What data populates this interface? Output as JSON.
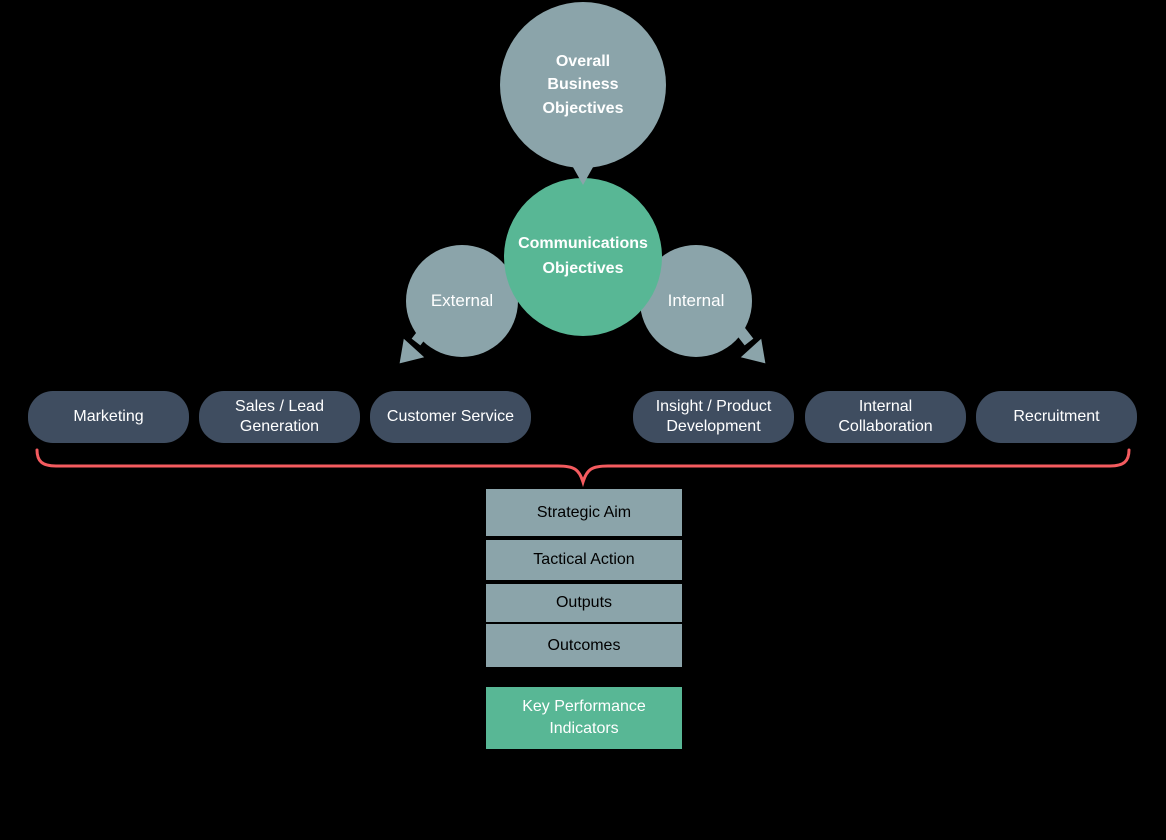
{
  "colors": {
    "background": "#000000",
    "bubble_gray": "#8BA4AA",
    "accent_teal": "#58B795",
    "box_navy": "#3F4D60",
    "brace_red": "#F45B5F",
    "text_light": "#FFFFFF",
    "text_dark": "#000000"
  },
  "bubbles": {
    "overall": {
      "label": "Overall Business Objectives"
    },
    "communications": {
      "label": "Communications Objectives"
    },
    "external": {
      "label": "External"
    },
    "internal": {
      "label": "Internal"
    }
  },
  "channels": [
    {
      "label": "Marketing"
    },
    {
      "label": "Sales / Lead Generation"
    },
    {
      "label": "Customer Service"
    },
    {
      "label": "Insight / Product Development"
    },
    {
      "label": "Internal Collaboration"
    },
    {
      "label": "Recruitment"
    }
  ],
  "ladder": [
    {
      "label": "Strategic Aim"
    },
    {
      "label": "Tactical Action"
    },
    {
      "label": "Outputs"
    },
    {
      "label": "Outcomes"
    }
  ],
  "kpi": {
    "label": "Key Performance Indicators"
  }
}
